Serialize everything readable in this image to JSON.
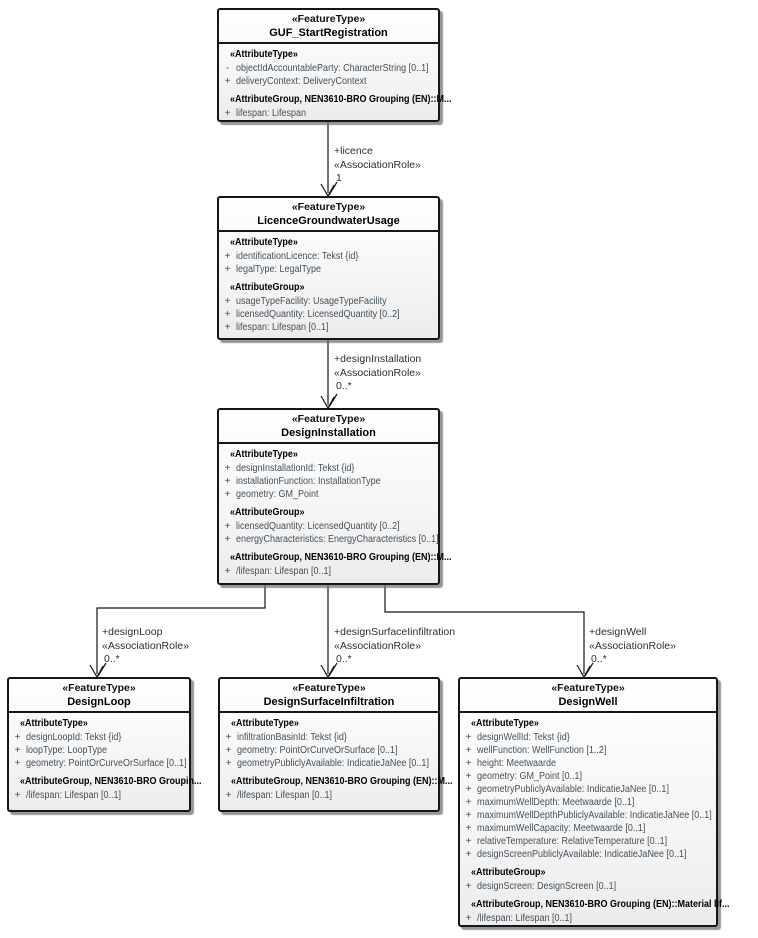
{
  "style_colors": {
    "line": "#161616",
    "attribute_text": "#44505a",
    "box_fill_top": "#ffffff",
    "box_fill_bottom": "#ececec"
  },
  "classes": [
    {
      "stereotype": "«FeatureType»",
      "name": "GUF_StartRegistration",
      "sections": [
        {
          "header": "«AttributeType»",
          "attrs": [
            {
              "vis": "-",
              "text": "objectIdAccountableParty: CharacterString [0..1]"
            },
            {
              "vis": "+",
              "text": "deliveryContext: DeliveryContext"
            }
          ]
        },
        {
          "header": "«AttributeGroup, NEN3610-BRO Grouping (EN)::M...",
          "attrs": [
            {
              "vis": "+",
              "text": "lifespan: Lifespan"
            }
          ]
        }
      ]
    },
    {
      "stereotype": "«FeatureType»",
      "name": "LicenceGroundwaterUsage",
      "sections": [
        {
          "header": "«AttributeType»",
          "attrs": [
            {
              "vis": "+",
              "text": "identificationLicence: Tekst {id}"
            },
            {
              "vis": "+",
              "text": "legalType: LegalType"
            }
          ]
        },
        {
          "header": "«AttributeGroup»",
          "attrs": [
            {
              "vis": "+",
              "text": "usageTypeFacility: UsageTypeFacility"
            },
            {
              "vis": "+",
              "text": "licensedQuantity: LicensedQuantity [0..2]"
            },
            {
              "vis": "+",
              "text": "lifespan: Lifespan [0..1]"
            }
          ]
        }
      ]
    },
    {
      "stereotype": "«FeatureType»",
      "name": "DesignInstallation",
      "sections": [
        {
          "header": "«AttributeType»",
          "attrs": [
            {
              "vis": "+",
              "text": "designInstallationId: Tekst {id}"
            },
            {
              "vis": "+",
              "text": "installationFunction: InstallationType"
            },
            {
              "vis": "+",
              "text": "geometry: GM_Point"
            }
          ]
        },
        {
          "header": "«AttributeGroup»",
          "attrs": [
            {
              "vis": "+",
              "text": "licensedQuantity: LicensedQuantity [0..2]"
            },
            {
              "vis": "+",
              "text": "energyCharacteristics: EnergyCharacteristics [0..1]"
            }
          ]
        },
        {
          "header": "«AttributeGroup, NEN3610-BRO Grouping (EN)::M...",
          "attrs": [
            {
              "vis": "+",
              "text": "/lifespan: Lifespan [0..1]"
            }
          ]
        }
      ]
    },
    {
      "stereotype": "«FeatureType»",
      "name": "DesignLoop",
      "sections": [
        {
          "header": "«AttributeType»",
          "attrs": [
            {
              "vis": "+",
              "text": "designLoopId: Tekst {id}"
            },
            {
              "vis": "+",
              "text": "loopType: LoopType"
            },
            {
              "vis": "+",
              "text": "geometry: PointOrCurveOrSurface [0..1]"
            }
          ]
        },
        {
          "header": "«AttributeGroup, NEN3610-BRO Groupin...",
          "attrs": [
            {
              "vis": "+",
              "text": "/lifespan: Lifespan [0..1]"
            }
          ]
        }
      ]
    },
    {
      "stereotype": "«FeatureType»",
      "name": "DesignSurfaceInfiltration",
      "sections": [
        {
          "header": "«AttributeType»",
          "attrs": [
            {
              "vis": "+",
              "text": "infiltrationBasinId: Tekst {id}"
            },
            {
              "vis": "+",
              "text": "geometry: PointOrCurveOrSurface [0..1]"
            },
            {
              "vis": "+",
              "text": "geometryPubliclyAvailable: IndicatieJaNee [0..1]"
            }
          ]
        },
        {
          "header": "«AttributeGroup, NEN3610-BRO Grouping (EN)::M...",
          "attrs": [
            {
              "vis": "+",
              "text": "/lifespan: Lifespan [0..1]"
            }
          ]
        }
      ]
    },
    {
      "stereotype": "«FeatureType»",
      "name": "DesignWell",
      "sections": [
        {
          "header": "«AttributeType»",
          "attrs": [
            {
              "vis": "+",
              "text": "designWellId: Tekst {id}"
            },
            {
              "vis": "+",
              "text": "wellFunction: WellFunction [1..2]"
            },
            {
              "vis": "+",
              "text": "height: Meetwaarde"
            },
            {
              "vis": "+",
              "text": "geometry: GM_Point [0..1]"
            },
            {
              "vis": "+",
              "text": "geometryPubliclyAvailable: IndicatieJaNee [0..1]"
            },
            {
              "vis": "+",
              "text": "maximumWellDepth: Meetwaarde [0..1]"
            },
            {
              "vis": "+",
              "text": "maximumWellDepthPubliclyAvailable: IndicatieJaNee [0..1]"
            },
            {
              "vis": "+",
              "text": "maximumWellCapacity: Meetwaarde [0..1]"
            },
            {
              "vis": "+",
              "text": "relativeTemperature: RelativeTemperature [0..1]"
            },
            {
              "vis": "+",
              "text": "designScreenPubliclyAvailable: IndicatieJaNee [0..1]"
            }
          ]
        },
        {
          "header": "«AttributeGroup»",
          "attrs": [
            {
              "vis": "+",
              "text": "designScreen: DesignScreen [0..1]"
            }
          ]
        },
        {
          "header": "«AttributeGroup, NEN3610-BRO Grouping (EN)::Material lif...",
          "attrs": [
            {
              "vis": "+",
              "text": "/lifespan: Lifespan [0..1]"
            }
          ]
        }
      ]
    }
  ],
  "associations": [
    {
      "role": "+licence",
      "stereotype": "«AssociationRole»",
      "multiplicity": "1"
    },
    {
      "role": "+designInstallation",
      "stereotype": "«AssociationRole»",
      "multiplicity": "0..*"
    },
    {
      "role": "+designLoop",
      "stereotype": "«AssociationRole»",
      "multiplicity": "0..*"
    },
    {
      "role": "+designSurfaceIinfiltration",
      "stereotype": "«AssociationRole»",
      "multiplicity": "0..*"
    },
    {
      "role": "+designWell",
      "stereotype": "«AssociationRole»",
      "multiplicity": "0..*"
    }
  ]
}
